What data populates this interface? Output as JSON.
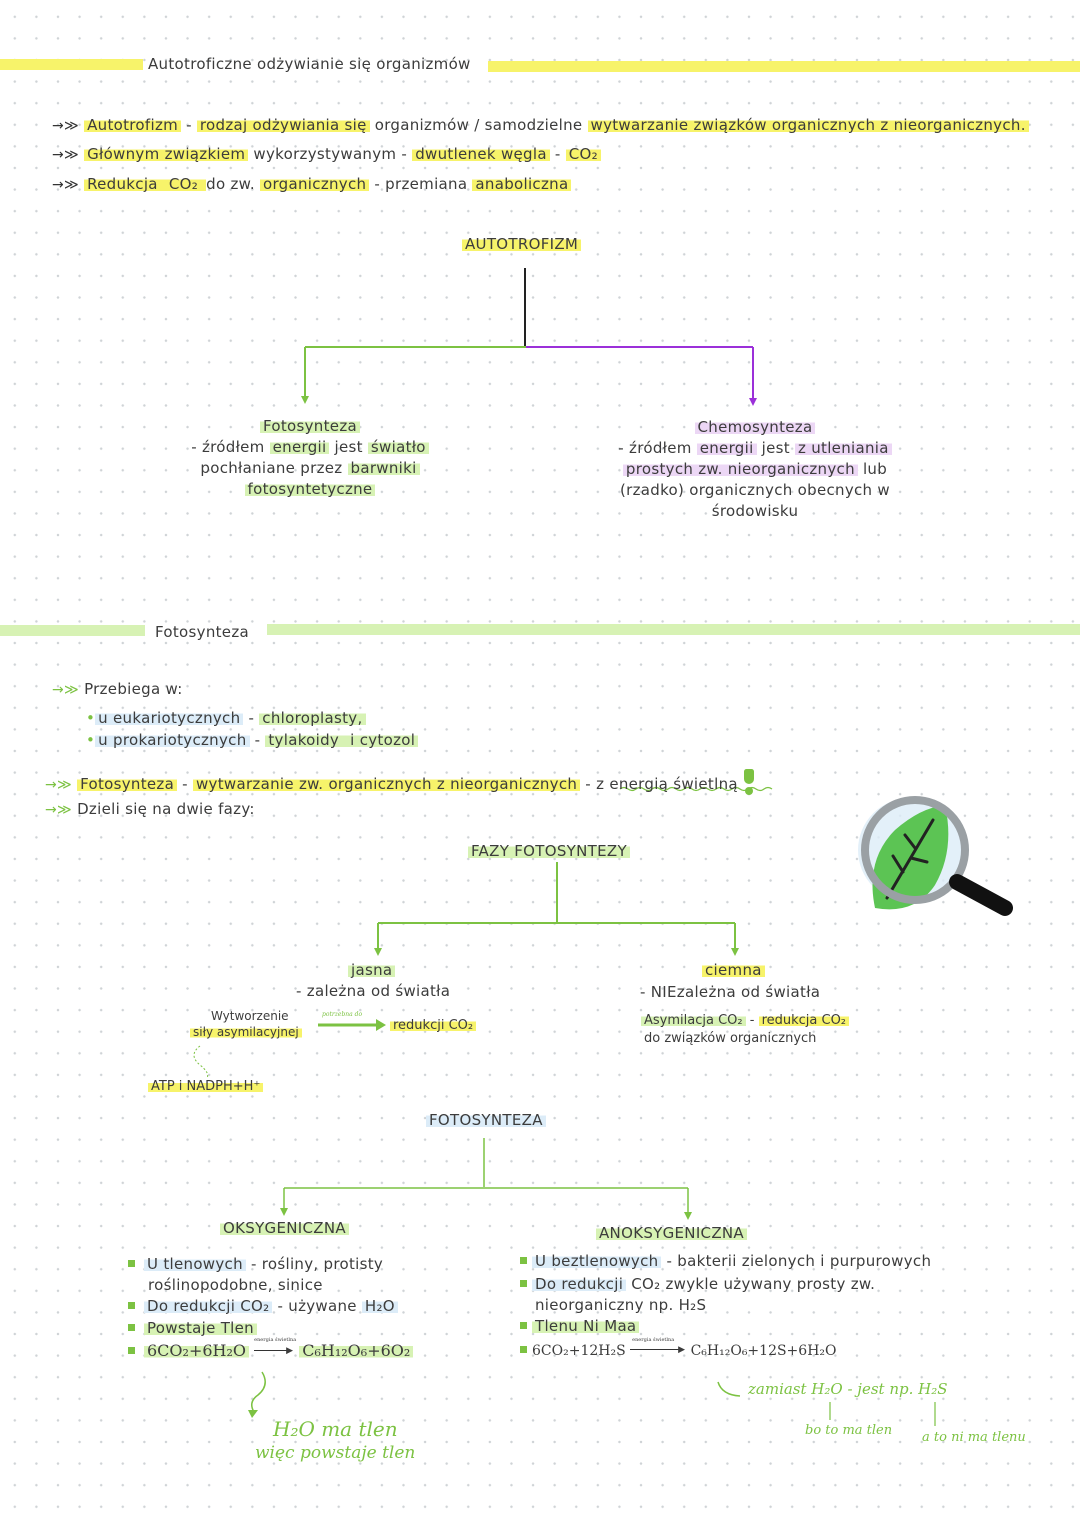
{
  "colors": {
    "highlight_yellow": "#f7f36a",
    "highlight_green": "#d7f2b4",
    "highlight_purple": "#ecd7f5",
    "line_green": "#7cc242",
    "line_purple": "#9b30d9"
  },
  "section1": {
    "title": "Autotroficzne odżywianie się organizmów",
    "lines": [
      {
        "a": "Autotrofizm",
        "b": " - ",
        "c": "rodzaj odżywiania się",
        "d": " organizmów / samodzielne ",
        "e": "wytwarzanie związków organicznych z nieorganicznych."
      },
      {
        "a": "Głównym związkiem",
        "b": " wykorzystywanym - ",
        "c": "dwutlenek węgla",
        "d": " - ",
        "e": "CO₂"
      },
      {
        "a": "Redukcja",
        "b": " CO₂ ",
        "c": "do zw. ",
        "d": "organicznych",
        "e": " - przemiana ",
        "f": "anaboliczna"
      }
    ]
  },
  "tree1": {
    "root": "AUTOTROFIZM",
    "left": {
      "title": "Fotosynteza",
      "l1a": "- źródłem ",
      "l1b": "energii",
      "l1c": " jest ",
      "l1d": "światło",
      "l2a": "pochłaniane przez ",
      "l2b": "barwniki",
      "l3": "fotosyntetyczne"
    },
    "right": {
      "title": "Chemosynteza",
      "l1a": "- źródłem ",
      "l1b": "energii",
      "l1c": " jest ",
      "l1d": "z utleniania",
      "l2": "prostych zw. nieorganicznych",
      "l2b": " lub",
      "l3": "(rzadko) organicznych obecnych w",
      "l4": "środowisku"
    }
  },
  "section2": {
    "title": "Fotosynteza",
    "przebiega": "Przebiega w:",
    "items": [
      {
        "a": "u eukariotycznych",
        "b": " - ",
        "c": "chloroplasty,"
      },
      {
        "a": "u prokariotycznych",
        "b": " - ",
        "c": "tylakoidy",
        "d": " i cytozol"
      }
    ],
    "def": {
      "a": "Fotosynteza",
      "b": " - ",
      "c": "wytwarzanie zw. organicznych z nieorganicznych",
      "d": " - ",
      "e": "z energią świetlną"
    },
    "dzieli": "Dzieli się na dwie fazy:"
  },
  "tree2": {
    "root": "FAZY FOTOSYNTEZY",
    "left": {
      "title": "jasna",
      "sub": "- zależna od światła",
      "wytw1": "Wytworzenie",
      "wytw2": "siły asymilacyjnej",
      "arrow_note": "potrzebna do",
      "reduk": "redukcji CO₂",
      "atp": "ATP i NADPH+H⁺"
    },
    "right": {
      "title": "ciemna",
      "sub": "- NIEzależna od światła",
      "l1a": "Asymilacja CO₂",
      "l1b": " - ",
      "l1c": "redukcja CO₂",
      "l2": "do związków organicznych"
    }
  },
  "tree3": {
    "root": "FOTOSYNTEZA",
    "left": {
      "title": "OKSYGENICZNA",
      "b1a": "U tlenowych",
      "b1b": " - rośliny, protisty",
      "b1c": "roślinopodobne, sinice",
      "b2a": "Do redukcji CO₂",
      "b2b": " - używane ",
      "b2c": "H₂O",
      "b3": "Powstaje Tlen",
      "eq_left": "6CO₂+6H₂O",
      "eq_arrow": "energia świetlna",
      "eq_right": "C₆H₁₂O₆+6O₂",
      "note1": "H₂O ma tlen",
      "note2": "więc powstaje tlen"
    },
    "right": {
      "title": "ANOKSYGENICZNA",
      "b1a": "U beztlenowych",
      "b1b": " - bakterii zielonych i purpurowych",
      "b2a": "Do redukcji",
      "b2b": " CO₂ zwykle używany prosty zw.",
      "b2c": "nieorganiczny np. H₂S",
      "b3": "Tlenu Ni Maa",
      "eq_left": "6CO₂+12H₂S",
      "eq_arrow": "energia świetlna",
      "eq_right": "C₆H₁₂O₆+12S+6H₂O",
      "note1": "zamiast H₂O - jest np. H₂S",
      "note2": "bo to ma tlen",
      "note3": "a to ni ma tlenu"
    }
  }
}
